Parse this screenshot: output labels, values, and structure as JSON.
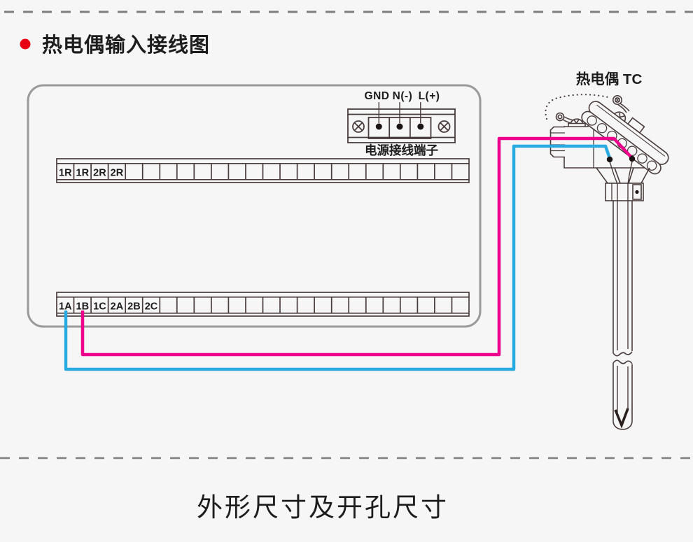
{
  "header": {
    "title": "热电偶输入接线图"
  },
  "footer": {
    "title": "外形尺寸及开孔尺寸"
  },
  "power_terminal": {
    "labels": [
      "GND",
      "N(-)",
      "L(+)"
    ],
    "caption": "电源接线端子"
  },
  "panel": {
    "top_strip": {
      "cell_count": 24,
      "labels": [
        "1R",
        "1R",
        "2R",
        "2R"
      ]
    },
    "bottom_strip": {
      "cell_count": 24,
      "labels": [
        "1A",
        "1B",
        "1C",
        "2A",
        "2B",
        "2C"
      ]
    }
  },
  "thermocouple": {
    "label": "热电偶 TC"
  },
  "colors": {
    "bullet": "#e60012",
    "wire_pink": "#ec008c",
    "wire_cyan": "#29abe2",
    "line_ink": "#4a3c3c",
    "panel_border": "#9a9a9a",
    "dash": "#7f7f7f",
    "terminal_dot": "#1c1414"
  }
}
